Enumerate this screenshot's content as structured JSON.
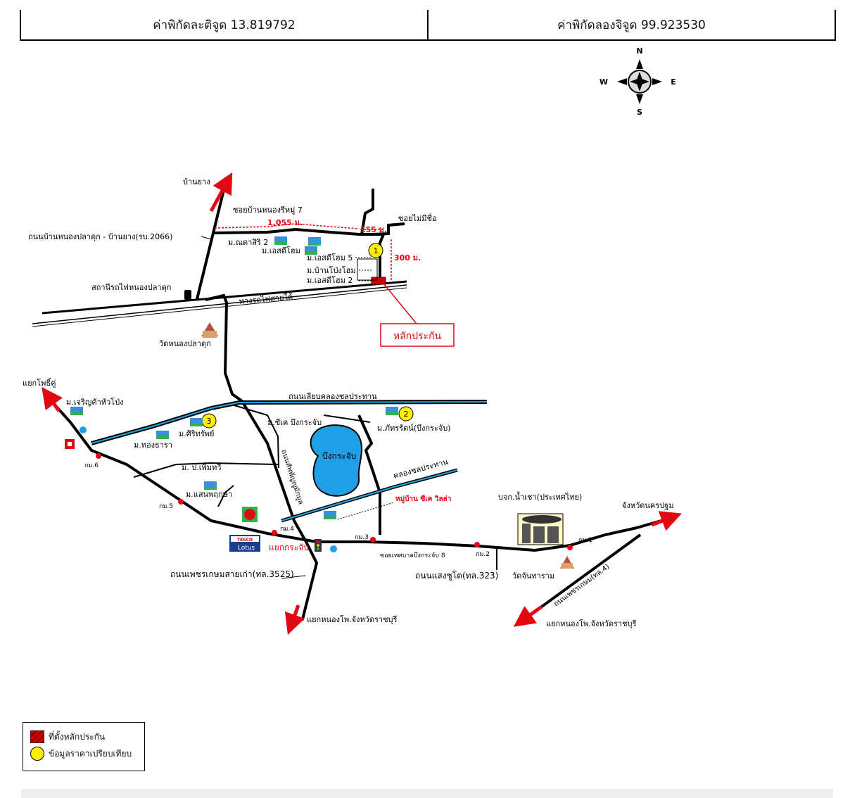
{
  "header": {
    "latitude": "ค่าพิกัดละติจูด 13.819792",
    "longitude": "ค่าพิกัดลองจิจูด 99.923530"
  },
  "compass": {
    "n": "N",
    "s": "S",
    "e": "E",
    "w": "W"
  },
  "roads": {
    "ban_yang": "บ้านยาง",
    "soi_nong_kee": "ซอยบ้านหนองรีหมู่ 7",
    "road_2066": "ถนนบ้านหนองปลาดุก - บ้านยาง(รบ.2066)",
    "soi_no_name": "ซอยไม่มีชื่อ",
    "railway_south": "ทางรถไฟสายใต้",
    "canal_road": "ถนนเลียบคลองชลประทาน",
    "sapanyu_road": "ถนนสัพพัญญูมักมูล",
    "canal": "คลองชลประทาน",
    "phetkasem_old": "ถนนเพชรเกษมสายเก่า(ทล.3525)",
    "saeng_chuto": "ถนนแสงชูโต(ทล.323)",
    "phetkasem_4": "ถนนเพชรเกษม(ทล.4)",
    "soi_8": "ซอยเทศบาลบึงกระจับ 8"
  },
  "places": {
    "station": "สถานีรถไฟหนองปลาดุก",
    "wat_nong_pladuk": "วัดหนองปลาดุก",
    "m_natasiri": "ม.ณดาสิริ 2",
    "m_es_home": "ม.เอสดีโฮม",
    "m_es_home5": "ม.เอสดีโฮม 5",
    "m_ban_pong_home": "ม.บ้านโป่งโฮม",
    "m_es_home2": "ม.เอสดีโฮม 2",
    "collateral_label": "หลักประกัน",
    "yaek_pho_khu": "แยกโพธิ์คู่",
    "m_charoen": "ม.เจริญค้าหัวโป่ง",
    "m_sirisub": "ม.ศิริทรัพย์",
    "m_thongthara": "ม.ทองธารา",
    "m_ck": "ม.ซีเค บึงกระจับ",
    "m_phattara": "ม.ภัทรรัตน์(บึงกระจับ)",
    "bueng": "บึงกระจับ",
    "m_pherm": "ม. ป.เพิ่มทวี",
    "m_saen": "ม.แสนพฤกษา",
    "ck_villa": "หมู่บ้าน ซีเค วิลล่า",
    "nam_khao": "บจก.น้ำเชา(ประเทศไทย)",
    "nakhon_pathom": "จังหวัดนครปฐม",
    "wat_chan": "วัดจันทาราม",
    "yaek_krachap": "แยกกระจับ",
    "nong_pho_1": "แยกหนองโพ.จังหวัดราชบุรี",
    "nong_pho_2": "แยกหนองโพ.จังหวัดราชบุรี",
    "tesco": "TESCO",
    "lotus": "Lotus"
  },
  "distances": {
    "d1": "1,055 ม.",
    "d2": "155 ม.",
    "d3": "300 ม."
  },
  "km": {
    "k1": "กม.1",
    "k2": "กม.2",
    "k3": "กม.3",
    "k4": "กม.4",
    "k5": "กม.5",
    "k6": "กม.6"
  },
  "markers": {
    "m1": "1",
    "m2": "2",
    "m3": "3"
  },
  "legend": {
    "collateral": "ที่ตั้งหลักประกัน",
    "comparison": "ข้อมูลราคาเปรียบเทียบ"
  },
  "colors": {
    "road": "#000000",
    "arrow": "#e30613",
    "canal": "#1ea7e1",
    "lake": "#1e9fe6",
    "marker": "#ffef00",
    "distance": "#e30613"
  }
}
